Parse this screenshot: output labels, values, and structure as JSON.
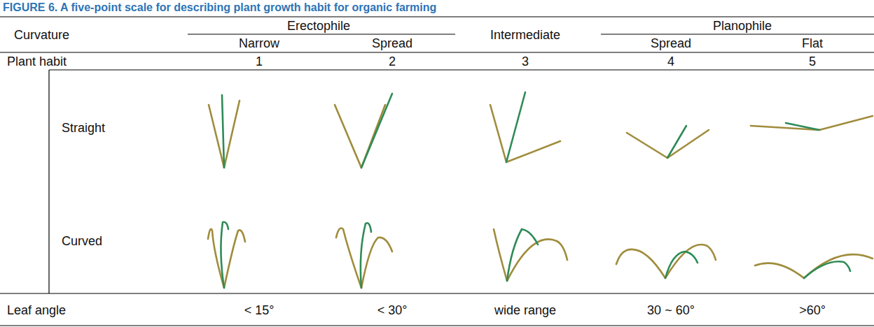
{
  "diagram": {
    "title": "FIGURE 6. A five-point scale for describing plant growth habit for organic farming",
    "labels": [
      "Curvature",
      "Erectophile",
      "Intermediate",
      "Planophile",
      "Narrow",
      "Spread",
      "Spread",
      "Flat",
      "Plant habit",
      "1",
      "2",
      "3",
      "4",
      "5",
      "Straight",
      "Curved",
      "Leaf angle",
      "< 15°",
      "< 30°",
      "wide range",
      "30 ~ 60°",
      ">60°"
    ]
  }
}
